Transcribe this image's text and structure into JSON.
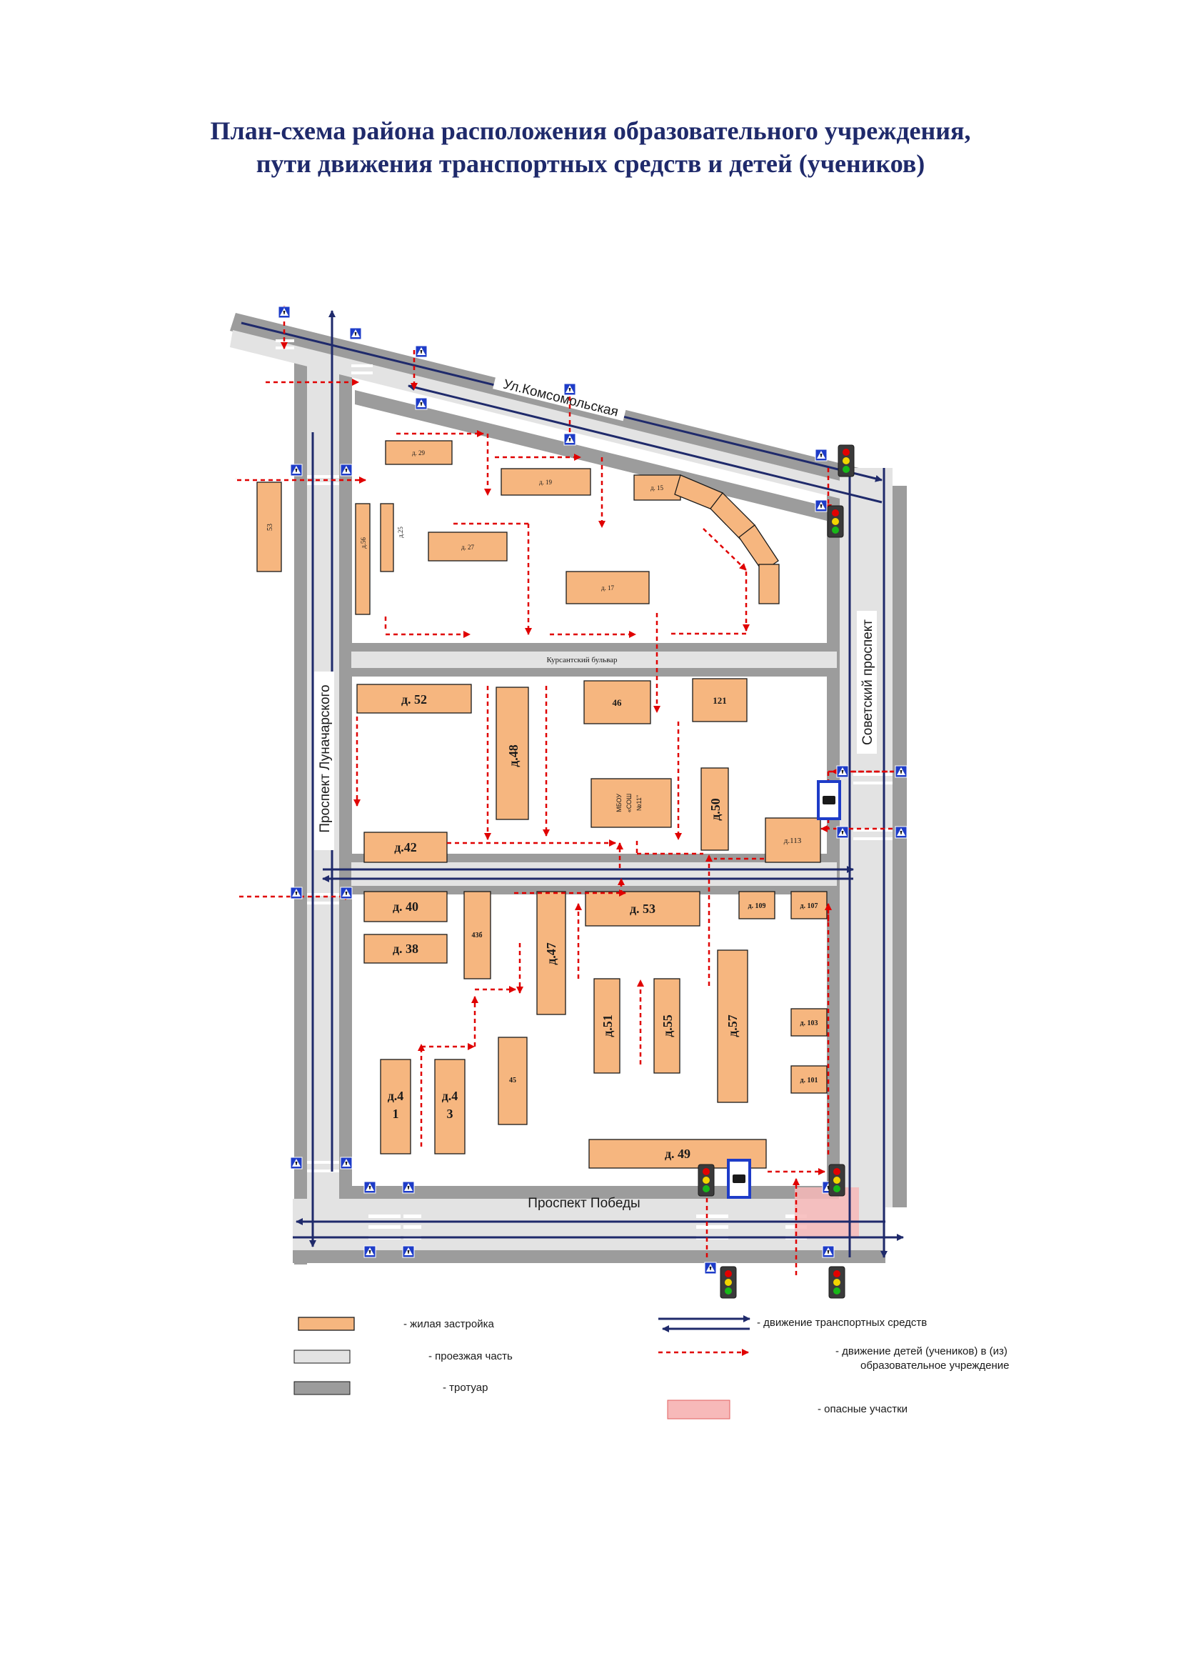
{
  "title": {
    "line1": "План-схема района расположения образовательного учреждения,",
    "line2": "пути движения транспортных средств и детей (учеников)"
  },
  "colors": {
    "building": "#f6b67f",
    "roadway": "#e3e3e3",
    "sidewalk": "#9c9c9c",
    "vehicle_route": "#1f2a6b",
    "children_route": "#e00000",
    "danger_zone": "#f7b9b9",
    "bus_stop": "#1e3cc8"
  },
  "streets": {
    "komsomolskaya": "Ул.Комсомольская",
    "lunacharskogo": "Проспект Луначарского",
    "sovetsky": "Советский проспект",
    "kursantsky": "Курсантский бульвар",
    "pobedy": "Проспект Победы"
  },
  "buildings": {
    "b53_left": "53",
    "d29": "д. 29",
    "d19": "д. 19",
    "d15": "д. 15",
    "d56": "д.56",
    "d25": "д.25",
    "d27": "д. 27",
    "d17": "д. 17",
    "d52": "д. 52",
    "d48": "д.48",
    "b46": "46",
    "b121": "121",
    "school_l1": "МБОУ",
    "school_l2": "«СОШ",
    "school_l3": "№11\"",
    "d50": "д.50",
    "d113": "д.113",
    "d42": "д.42",
    "d40": "д. 40",
    "d38": "д. 38",
    "b43b": "43б",
    "d47": "д.47",
    "d53": "д. 53",
    "d109": "д. 109",
    "d107": "д. 107",
    "d51": "д.51",
    "d55": "д.55",
    "d57": "д.57",
    "d103": "д. 103",
    "d101": "д. 101",
    "d41_l1": "д.4",
    "d41_l2": "1",
    "d43_l1": "д.4",
    "d43_l2": "3",
    "b45": "45",
    "d49": "д. 49"
  },
  "legend": {
    "housing": "- жилая застройка",
    "roadway": "- проезжая часть",
    "sidewalk": "- тротуар",
    "vehicles": "- движение транспортных средств",
    "children_l1": "- движение детей (учеников) в (из)",
    "children_l2": "образовательное учреждение",
    "danger": "- опасные участки"
  }
}
